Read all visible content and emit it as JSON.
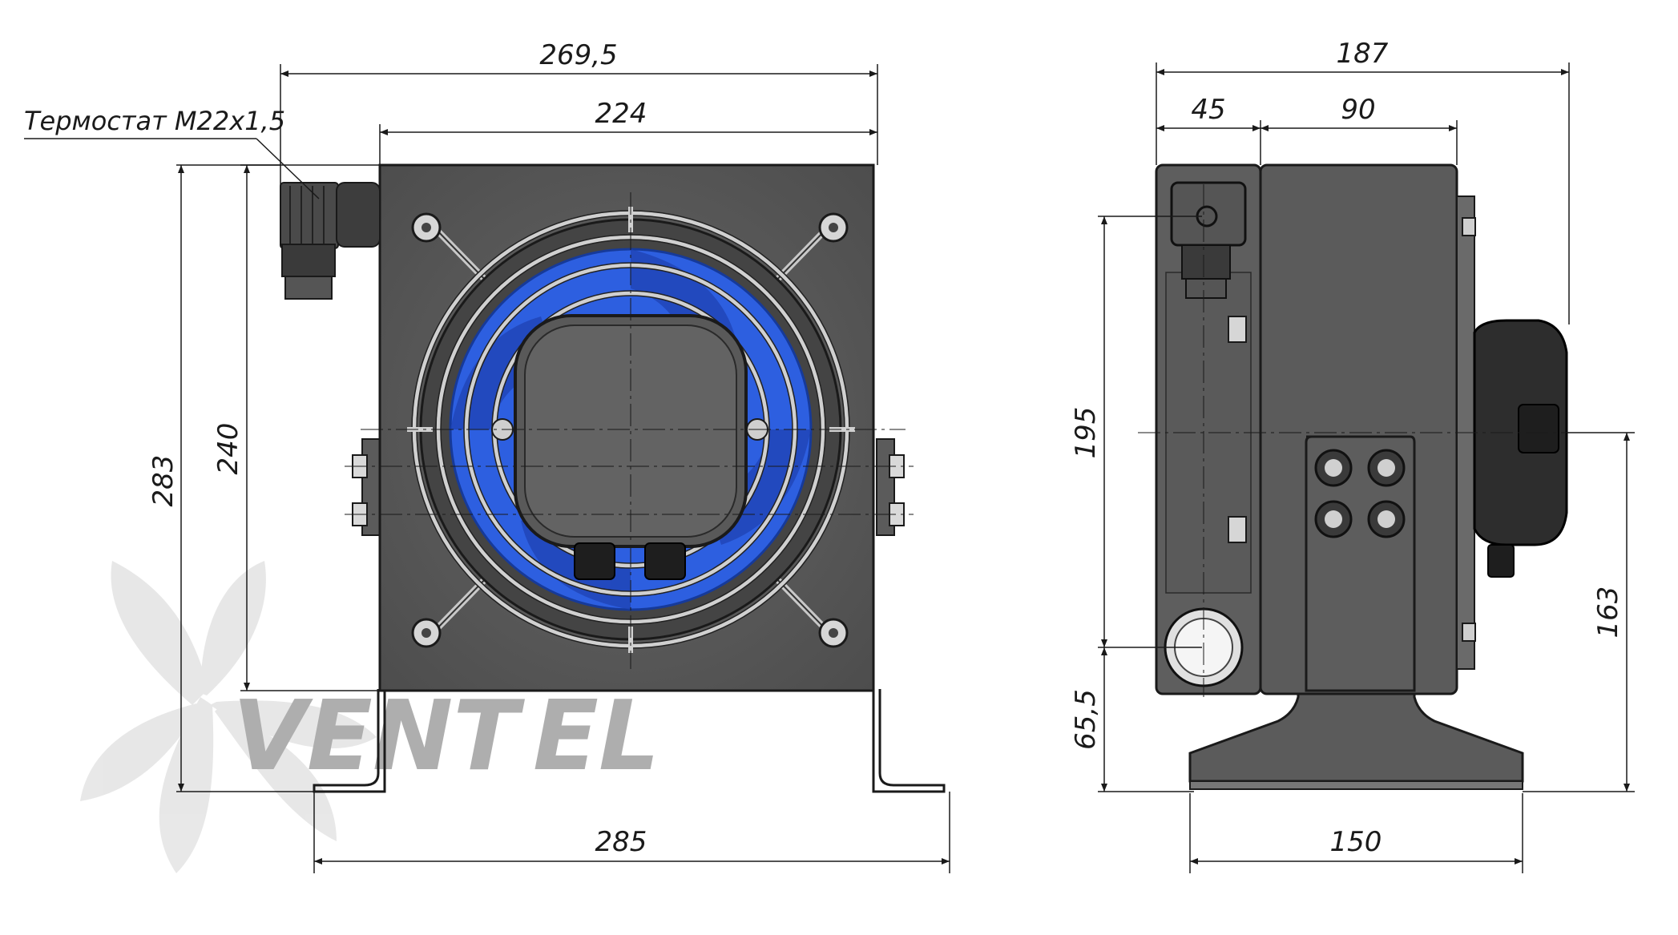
{
  "front_view": {
    "thermostat_label": "Термостат М22х1,5",
    "dim_overall_width": "269,5",
    "dim_plate_width": "224",
    "dim_overall_height": "283",
    "dim_plate_height": "240",
    "dim_base_width": "285"
  },
  "side_view": {
    "dim_overall_depth": "187",
    "dim_left_part": "45",
    "dim_core": "90",
    "dim_port_spacing": "195",
    "dim_lower_port_height": "65,5",
    "dim_fan_axis_height": "163",
    "dim_foot_width": "150"
  },
  "logo": {
    "part1": "VENT",
    "part2": "EL",
    "color_dark": "#8a8a8a",
    "color_accent": "#3a7ee0"
  },
  "colors": {
    "body": "#5b5b5b",
    "body_dark": "#3a3a3a",
    "fan_blue": "#2d5fe0",
    "outline": "#1a1a1a"
  }
}
